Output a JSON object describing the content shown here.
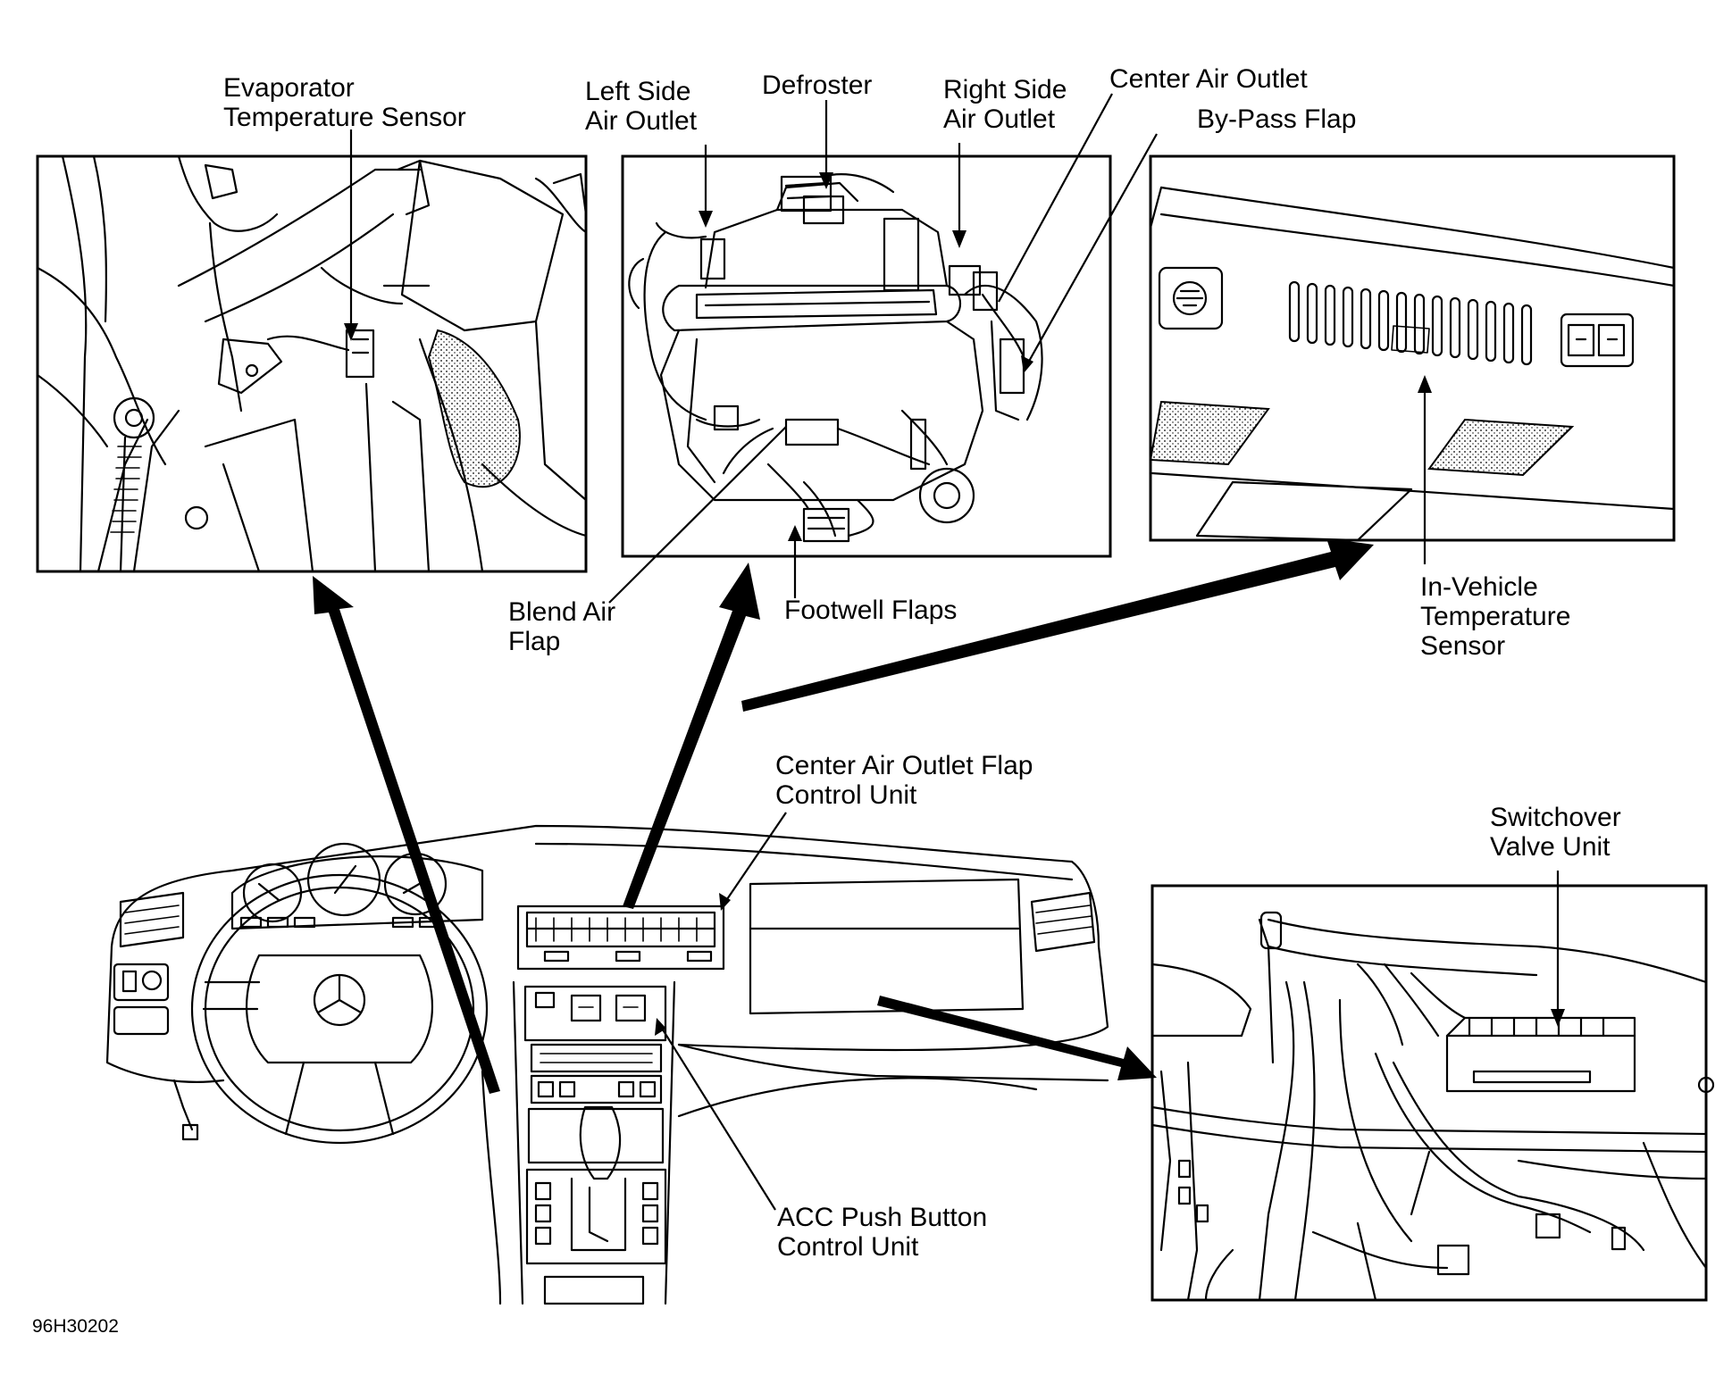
{
  "labels": {
    "evaporator_sensor": [
      "Evaporator",
      "Temperature Sensor"
    ],
    "left_side_air_outlet": [
      "Left Side",
      "Air Outlet"
    ],
    "defroster": [
      "Defroster"
    ],
    "right_side_air_outlet": [
      "Right Side",
      "Air Outlet"
    ],
    "center_air_outlet": [
      "Center Air Outlet"
    ],
    "bypass_flap": [
      "By-Pass Flap"
    ],
    "blend_air_flap": [
      "Blend Air",
      "Flap"
    ],
    "footwell_flaps": [
      "Footwell Flaps"
    ],
    "in_vehicle_sensor": [
      "In-Vehicle",
      "Temperature",
      "Sensor"
    ],
    "center_outlet_flap_unit": [
      "Center Air Outlet Flap",
      "Control Unit"
    ],
    "switchover_valve_unit": [
      "Switchover",
      "Valve Unit"
    ],
    "acc_push_button_unit": [
      "ACC Push Button",
      "Control Unit"
    ]
  },
  "figure_code": "96H30202",
  "icons": {
    "hood_emblem": "mercedes-star-icon"
  }
}
